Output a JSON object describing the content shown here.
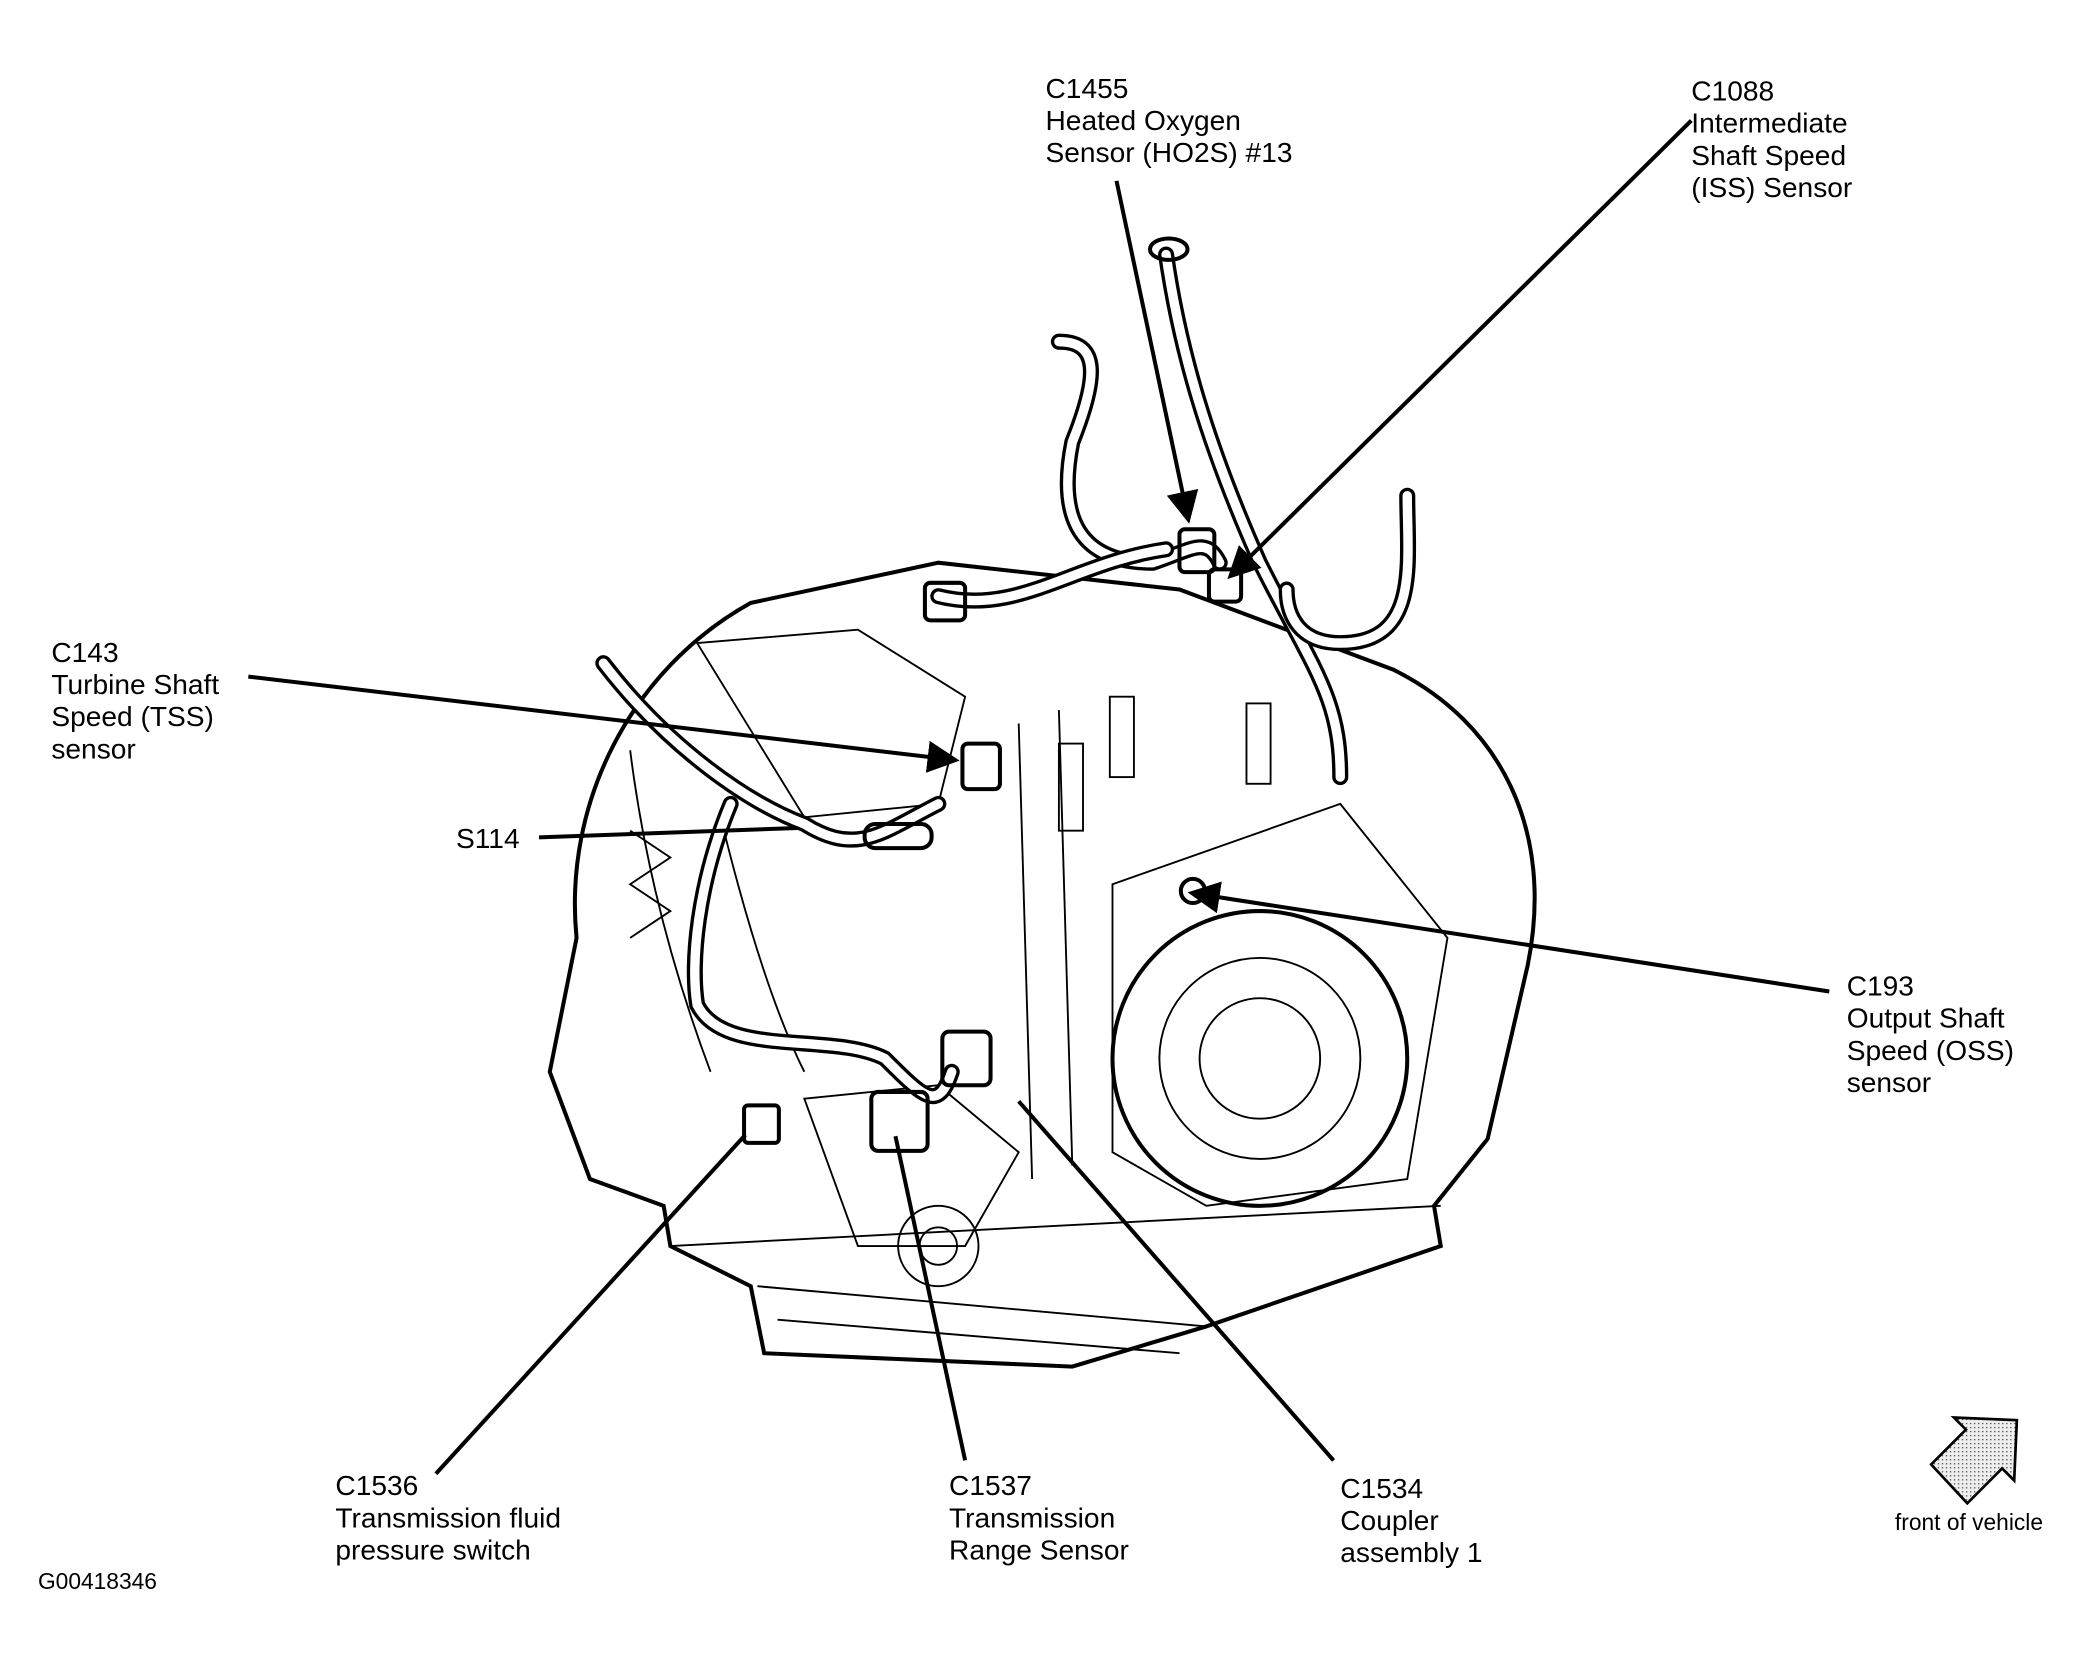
{
  "callouts": [
    {
      "id": "c1455",
      "lines": [
        "C1455",
        "Heated Oxygen",
        "Sensor (HO2S) #13"
      ]
    },
    {
      "id": "c1088",
      "lines": [
        "C1088",
        "Intermediate",
        "Shaft Speed",
        "(ISS) Sensor"
      ]
    },
    {
      "id": "c143",
      "lines": [
        "C143",
        "Turbine Shaft",
        "Speed (TSS)",
        "sensor"
      ]
    },
    {
      "id": "s114",
      "lines": [
        "S114"
      ]
    },
    {
      "id": "c193",
      "lines": [
        "C193",
        "Output Shaft",
        "Speed (OSS)",
        "sensor"
      ]
    },
    {
      "id": "c1536",
      "lines": [
        "C1536",
        "Transmission fluid",
        "pressure switch"
      ]
    },
    {
      "id": "c1537",
      "lines": [
        "C1537",
        "Transmission",
        "Range Sensor"
      ]
    },
    {
      "id": "c1534",
      "lines": [
        "C1534",
        "Coupler",
        "assembly 1"
      ]
    }
  ],
  "orientation": {
    "label": "front of vehicle",
    "icon": "arrow-up-right-icon"
  },
  "figure_id": "G00418346",
  "colors": {
    "ink": "#000000",
    "arrow_fill": "#d0d0d0",
    "background": "#ffffff"
  }
}
